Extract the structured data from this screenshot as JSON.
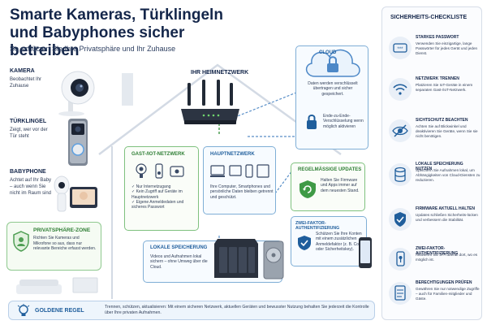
{
  "header": {
    "title": "Smarte Kameras, Türklingeln und Babyphones sicher betreiben",
    "subtitle": "So schützen Sie Ihre Privatsphäre und Ihr Zuhause"
  },
  "devices": [
    {
      "title": "KAMERA",
      "desc": "Beobachtet Ihr Zuhause"
    },
    {
      "title": "TÜRKLINGEL",
      "desc": "Zeigt, wer vor der Tür steht"
    },
    {
      "title": "BABYPHONE",
      "desc": "Achtet auf Ihr Baby – auch wenn Sie nicht im Raum sind"
    }
  ],
  "privacy_zone": {
    "title": "PRIVATSPHÄRE-ZONE",
    "desc": "Richten Sie Kameras und Mikrofone so aus, dass nur relevante Bereiche erfasst werden."
  },
  "home_network": {
    "title": "IHR HEIMNETZWERK",
    "guest": {
      "title": "GAST-/IOT-NETZWERK",
      "items": [
        "Nur Internetzugang",
        "Kein Zugriff auf Geräte im Hauptnetzwerk",
        "Eigene Anmeldedaten und sicheres Passwort"
      ]
    },
    "main": {
      "title": "HAUPTNETZWERK",
      "desc": "Ihre Computer, Smartphones und persönliche Daten bleiben getrennt und geschützt."
    },
    "local_storage": {
      "title": "LOKALE SPEICHERUNG",
      "desc": "Videos und Aufnahmen lokal sichern – ohne Umweg über die Cloud."
    },
    "updates": {
      "title": "REGELMÄSSIGE UPDATES",
      "desc": "Halten Sie Firmware und Apps immer auf dem neuesten Stand."
    },
    "two_factor": {
      "title": "ZWEI-FAKTOR-AUTHENTIFIZIERUNG",
      "desc": "Schützen Sie Ihre Konten mit einem zusätzlichen Anmeldefaktor (z. B. Code oder Sicherheitskey)."
    }
  },
  "cloud": {
    "label": "CLOUD",
    "desc1": "Daten werden verschlüsselt übertragen und sicher gespeichert.",
    "desc2": "Ende-zu-Ende-Verschlüsselung wenn möglich aktivieren"
  },
  "checklist": {
    "title": "SICHERHEITS-CHECKLISTE",
    "items": [
      {
        "icon": "password-icon",
        "title": "STARKES PASSWORT",
        "desc": "Verwenden Sie einzigartige, lange Passwörter für jedes Gerät und jeden Dienst."
      },
      {
        "icon": "wifi-icon",
        "title": "NETZWERK TRENNEN",
        "desc": "Platzieren Sie IoT-Geräte in einem separaten Gast-/IoT-Netzwerk."
      },
      {
        "icon": "eye-slash-icon",
        "title": "SICHTSCHUTZ BEACHTEN",
        "desc": "Achten Sie auf Blickwinkel und deaktivieren Sie Geräte, wenn Sie sie nicht benötigen."
      },
      {
        "icon": "database-icon",
        "title": "LOKALE SPEICHERUNG NUTZEN",
        "desc": "Speichern Sie Aufnahmen lokal, um Abhängigkeiten von Cloud-Diensten zu reduzieren."
      },
      {
        "icon": "shield-check-icon",
        "title": "FIRMWARE AKTUELL HALTEN",
        "desc": "Updates schließen Sicherheits-lücken und verbessern die Stabilität."
      },
      {
        "icon": "phone-key-icon",
        "title": "ZWEI-FAKTOR-AUTHENTIFIZIERUNG",
        "desc": "Aktivieren Sie 2FA überall dort, wo es möglich ist."
      },
      {
        "icon": "checklist-icon",
        "title": "BERECHTIGUNGEN PRÜFEN",
        "desc": "Gewähren Sie nur notwendige Zugriffe – auch für Familien-mitglieder und Gäste."
      }
    ]
  },
  "golden_rule": {
    "title": "GOLDENE REGEL",
    "desc": "Trennen, schützen, aktualisieren: Mit einem sicheren Netzwerk, aktuellen Geräten und bewusster Nutzung behalten Sie jederzeit die Kontrolle über Ihre privaten Aufnahmen."
  },
  "colors": {
    "navy": "#14264a",
    "green": "#2f7f35",
    "blue": "#1f5e9c",
    "accent_green": "#7fc17f",
    "accent_blue": "#7faed6"
  }
}
